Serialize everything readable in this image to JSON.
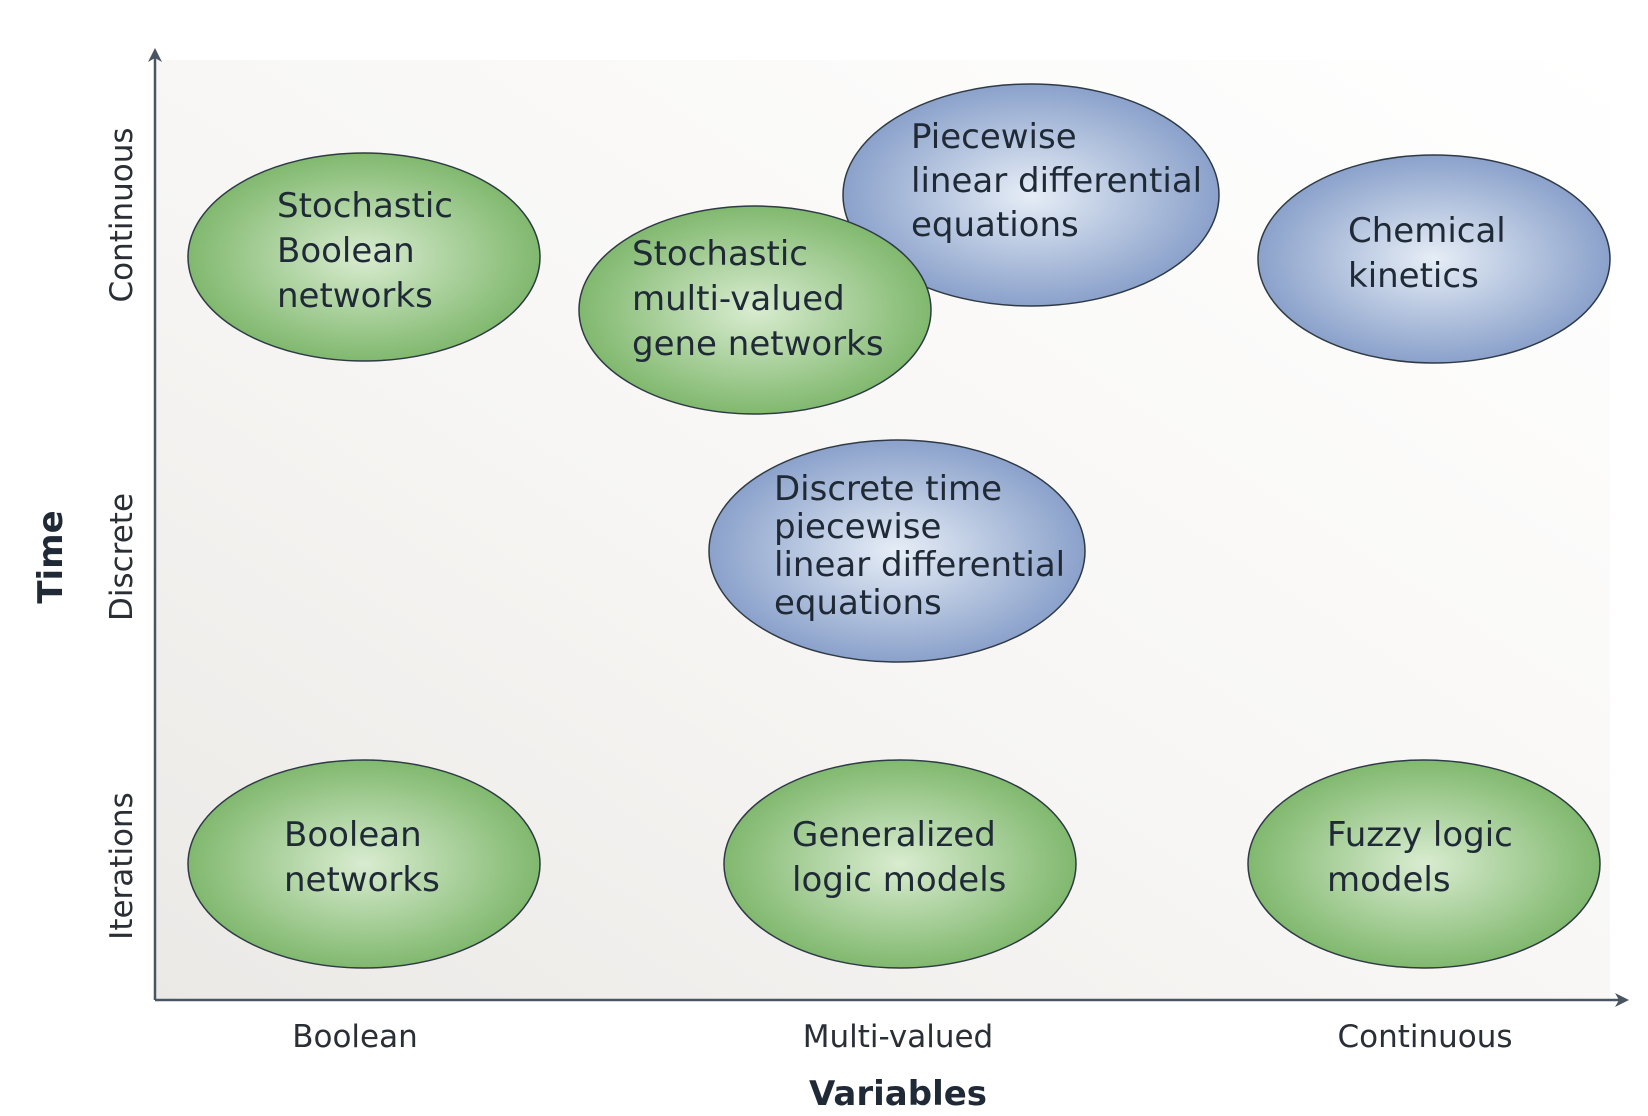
{
  "axes": {
    "x_title": "Variables",
    "y_title": "Time",
    "x_ticks": [
      "Boolean",
      "Multi-valued",
      "Continuous"
    ],
    "y_ticks": [
      "Continuous",
      "Discrete",
      "Iterations"
    ]
  },
  "nodes": [
    {
      "id": "stochastic-boolean-networks",
      "lines": [
        "Stochastic",
        "Boolean",
        "networks"
      ],
      "variables": "Boolean",
      "time": "Continuous",
      "color": "green"
    },
    {
      "id": "stochastic-multi-valued-gene-networks",
      "lines": [
        "Stochastic",
        "multi-valued",
        "gene networks"
      ],
      "variables": "Multi-valued",
      "time": "Continuous",
      "color": "green"
    },
    {
      "id": "piecewise-linear-differential-equations",
      "lines": [
        "Piecewise",
        "linear differential",
        "equations"
      ],
      "variables": "Multi-valued",
      "time": "Continuous",
      "color": "blue"
    },
    {
      "id": "chemical-kinetics",
      "lines": [
        "Chemical",
        "kinetics"
      ],
      "variables": "Continuous",
      "time": "Continuous",
      "color": "blue"
    },
    {
      "id": "discrete-time-piecewise-linear-differential-equations",
      "lines": [
        "Discrete time",
        "piecewise",
        "linear differential",
        "equations"
      ],
      "variables": "Multi-valued",
      "time": "Discrete",
      "color": "blue"
    },
    {
      "id": "boolean-networks",
      "lines": [
        "Boolean",
        "networks"
      ],
      "variables": "Boolean",
      "time": "Iterations",
      "color": "green"
    },
    {
      "id": "generalized-logic-models",
      "lines": [
        "Generalized",
        "logic models"
      ],
      "variables": "Multi-valued",
      "time": "Iterations",
      "color": "green"
    },
    {
      "id": "fuzzy-logic-models",
      "lines": [
        "Fuzzy logic",
        "models"
      ],
      "variables": "Continuous",
      "time": "Iterations",
      "color": "green"
    }
  ],
  "colors": {
    "green_center": "#d9ecd0",
    "green_edge": "#6fae5b",
    "blue_center": "#e6edf6",
    "blue_edge": "#7892c2",
    "axis": "#4a5563",
    "outline": "#2f3a44"
  }
}
